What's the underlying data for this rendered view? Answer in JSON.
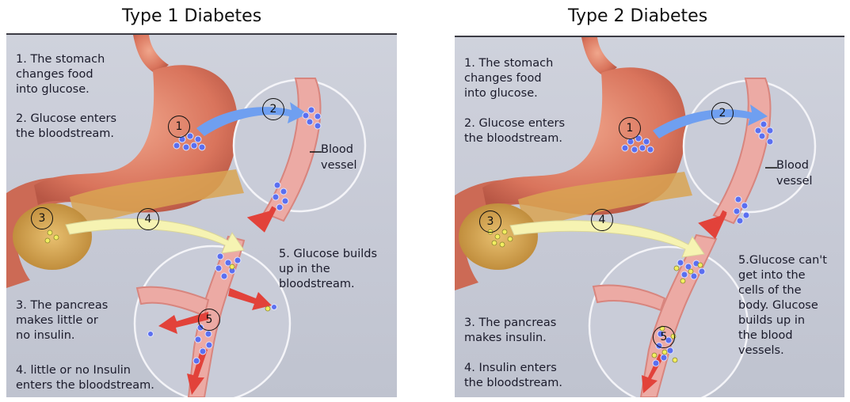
{
  "type1": {
    "title": "Type 1 Diabetes",
    "steps": [
      "1. The stomach\nchanges food\ninto glucose.",
      "2. Glucose enters\nthe bloodstream.",
      "3. The pancreas\nmakes little or\nno insulin.",
      "4. little or no Insulin\nenters the bloodstream.",
      "5. Glucose builds\nup in the\nbloodstream."
    ],
    "vessel_label": "Blood\nvessel",
    "markers": [
      "1",
      "2",
      "3",
      "4",
      "5"
    ]
  },
  "type2": {
    "title": "Type 2 Diabetes",
    "steps": [
      "1. The stomach\nchanges food\ninto glucose.",
      "2. Glucose enters\nthe bloodstream.",
      "3. The pancreas\nmakes insulin.",
      "4. Insulin enters\nthe bloodstream.",
      "5.Glucose can't\nget into the\ncells of the\nbody. Glucose\nbuilds up in\nthe blood\nvessels."
    ],
    "vessel_label": "Blood\nvessel",
    "markers": [
      "1",
      "2",
      "3",
      "4",
      "5"
    ]
  },
  "colors": {
    "glucose": "#5b6ff0",
    "insulin": "#f2ee60",
    "vessel": "#ecaaa4",
    "stomach": "#e0836a",
    "pancreas": "#d9a552",
    "arrow_blue": "#6f9ff0",
    "arrow_red": "#e2423a",
    "arrow_yellow": "#f6f3b2"
  }
}
